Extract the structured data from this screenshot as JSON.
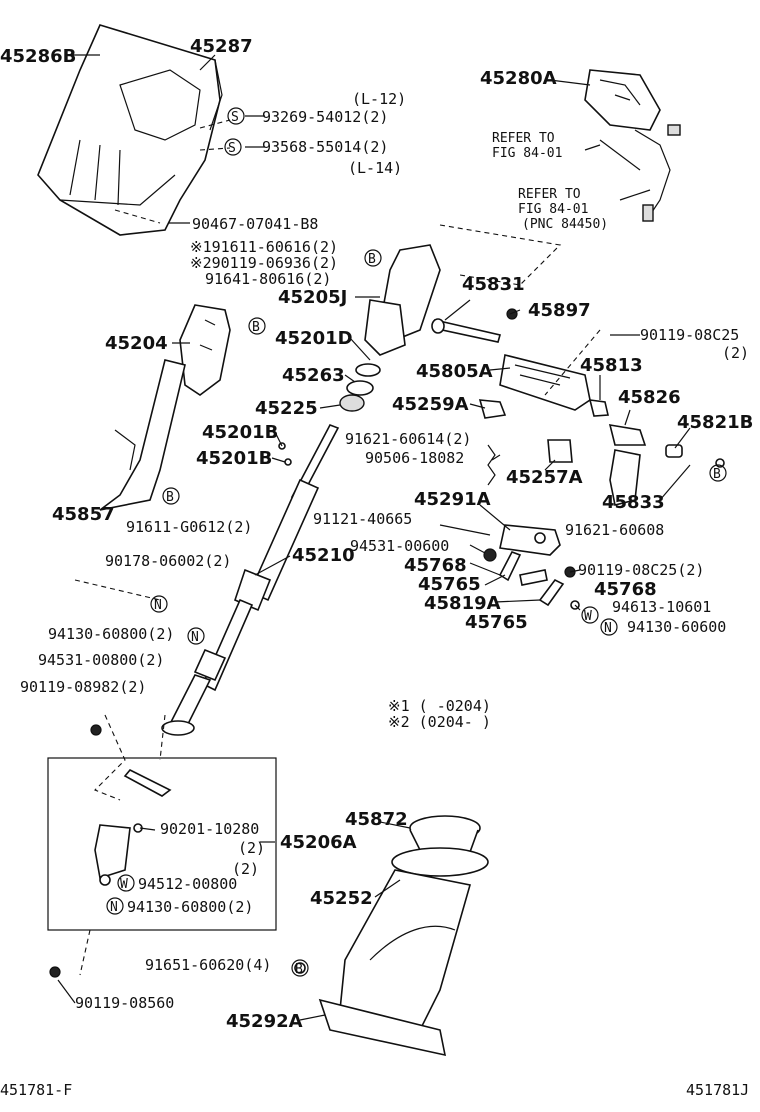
{
  "labels": {
    "l45286B": "45286B",
    "l45287": "45287",
    "l93269": "93269-54012(2)",
    "lL12": "(L-12)",
    "l93568": "93568-55014(2)",
    "lL14": "(L-14)",
    "l90467": "90467-07041-B8",
    "l91611_60616": "※191611-60616(2)",
    "l90119_06936": "※290119-06936(2)",
    "l91641": "91641-80616(2)",
    "l45205J": "45205J",
    "l45204": "45204",
    "l45201D": "45201D",
    "l45263": "45263",
    "l45225": "45225",
    "l45201B_1": "45201B",
    "l45201B_2": "45201B",
    "l45857": "45857",
    "l91611_G0612": "91611-G0612(2)",
    "l90178": "90178-06002(2)",
    "l45210": "45210",
    "l94130_60800a": "94130-60800(2)",
    "l94531_00800": "94531-00800(2)",
    "l90119_08982": "90119-08982(2)",
    "l45280A": "45280A",
    "lRefer1a": "REFER TO",
    "lRefer1b": "FIG 84-01",
    "lRefer2a": "REFER TO",
    "lRefer2b": "FIG 84-01",
    "lPnc": "(PNC 84450)",
    "l45831": "45831",
    "l45897": "45897",
    "l90119_08C25a": "90119-08C25",
    "l2a": "(2)",
    "l45805A": "45805A",
    "l45813": "45813",
    "l45259A": "45259A",
    "l45826": "45826",
    "l45821B": "45821B",
    "l91621_60614": "91621-60614(2)",
    "l90506": "90506-18082",
    "l45257A": "45257A",
    "l45833": "45833",
    "l45291A": "45291A",
    "l91621_60608": "91621-60608",
    "l91121": "91121-40665",
    "l94531_00600": "94531-00600",
    "l45768a": "45768",
    "l90119_08C25b": "90119-08C25(2)",
    "l45765a": "45765",
    "l45768b": "45768",
    "l45819A": "45819A",
    "l94613": "94613-10601",
    "l45765b": "45765",
    "l94130_60600": "94130-60600",
    "lNote1": "※1 (      -0204)",
    "lNote2": "※2 (0204-       )",
    "l90201": "90201-10280",
    "l45206A": "45206A",
    "l2b": "(2)",
    "l2c": "(2)",
    "l94512": "94512-00800",
    "l94130_60800b": "94130-60800(2)",
    "l45872": "45872",
    "l45252": "45252",
    "l91651": "91651-60620(4)",
    "l90119_08560": "90119-08560",
    "l45292A": "45292A",
    "lFooterLeft": "451781-F",
    "lFooterRight": "451781J"
  },
  "symbols": {
    "S": "S",
    "B": "B",
    "N": "N",
    "W": "W"
  }
}
